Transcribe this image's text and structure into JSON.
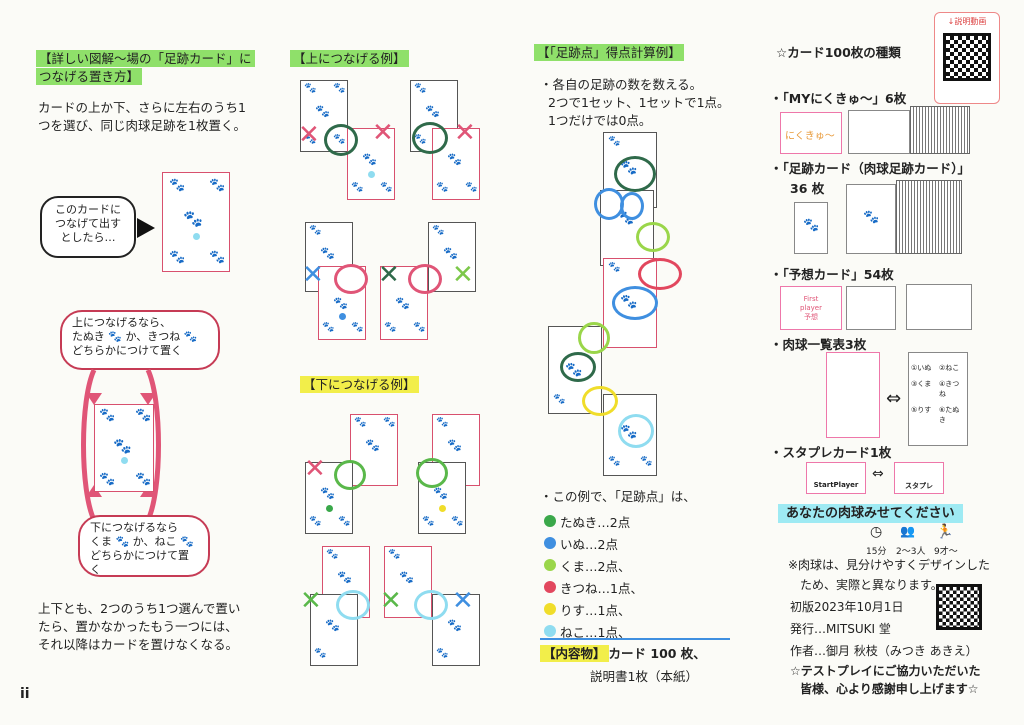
{
  "page_number": "ii",
  "col1": {
    "heading": "【詳しい図解～場の「足跡カード」に",
    "heading2": "つなげる置き方】",
    "intro1": "カードの上か下、さらに左右のうち1",
    "intro2": "つを選び、同じ肉球足跡を1枚置く。",
    "bubble1": "このカードに",
    "bubble2": "つなげて出す",
    "bubble3": "としたら…",
    "top_bubble1": "上につなげるなら、",
    "top_bubble2a": "たぬき",
    "top_bubble2b": "か、きつね",
    "top_bubble3": "どちらかにつけて置く",
    "bottom_bubble1": "下につなげるなら",
    "bottom_bubble2a": "くま",
    "bottom_bubble2b": "か、ねこ",
    "bottom_bubble3": "どちらかにつけて置く",
    "outro1": "上下とも、2つのうち1つ選んで置い",
    "outro2": "たら、置かなかったもう一つには、",
    "outro3": "それ以降はカードを置けなくなる。"
  },
  "col2": {
    "up_heading": "【上につなげる例】",
    "down_heading": "【下につなげる例】"
  },
  "col3": {
    "heading": "【「足跡点」得点計算例】",
    "line1": "・各自の足跡の数を数える。",
    "line2": "2つで1セット、1セットで1点。",
    "line3": "1つだけでは0点。",
    "example_heading": "・この例で、「足跡点」は、",
    "scores": [
      {
        "label": "たぬき…2点",
        "color": "#3aa84a"
      },
      {
        "label": "いぬ…2点",
        "color": "#3f8fe0"
      },
      {
        "label": "くま…2点、",
        "color": "#9ad64a"
      },
      {
        "label": "きつね…1点、",
        "color": "#e2475e"
      },
      {
        "label": "りす…1点、",
        "color": "#f0dd2a"
      },
      {
        "label": "ねこ…1点、",
        "color": "#8fdcf0"
      }
    ],
    "contents_label": "【内容物】",
    "contents1": "カード 100 枚、",
    "contents2": "説明書1枚（本紙）"
  },
  "col4": {
    "qr_caption": "↓説明動画",
    "heading": "☆カード100枚の種類",
    "my_cards": "・「MYにくきゅ～」6枚",
    "my_card_text": "にくきゅ～",
    "footprint_cards": "・「足跡カード（肉球足跡カード）」",
    "footprint_count": "36 枚",
    "predict_cards": "・「予想カード」54枚",
    "predict_card_text1": "First",
    "predict_card_text2": "player",
    "predict_card_text3": "予想",
    "paw_list": "・肉球一覧表3枚",
    "staple": "・スタプレカード1枚",
    "start_player": "StartPlayer",
    "staple_short": "スタプレ",
    "banner": "あなたの肉球みせてください",
    "time": "15分",
    "players": "2～3人",
    "age": "9才～",
    "note1": "※肉球は、見分けやすくデザインした",
    "note2": "ため、実際と異なります。",
    "edition": "初版2023年10月1日",
    "publisher": "発行…MITSUKI 堂",
    "author": "作者…御月  秋枝（みつき あきえ）",
    "thanks1": "☆テストプレイにご協力いただいた",
    "thanks2": "皆様、心より感謝申し上げます☆",
    "legend": [
      "いぬ",
      "ねこ",
      "くま",
      "きつね",
      "りす",
      "たぬき"
    ],
    "legend_nums": [
      "①",
      "②",
      "③",
      "④",
      "⑤",
      "⑥"
    ],
    "arrow": "⇔"
  },
  "colors": {
    "green_hl": "#8fe06a",
    "cyan_hl": "#9eeaf3",
    "yellow_hl": "#f2ee4a",
    "card_red": "#d8506e"
  }
}
